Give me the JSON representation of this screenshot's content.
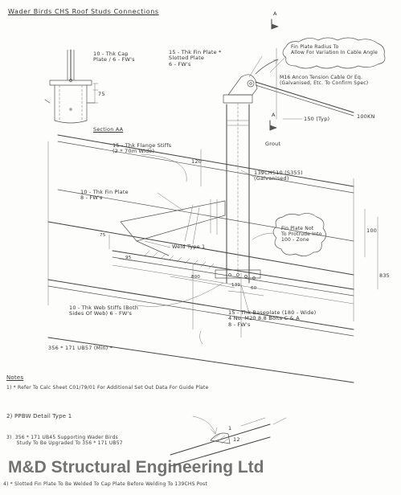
{
  "title": "Wader Birds   CHS Roof Studs Connections",
  "labels": {
    "cap_plate": "10 - Thk Cap\nPlate / 6 - FW's",
    "fin_plate_top": "15 - Thk Fin Plate *\nSlotted Plate\n6 - FW's",
    "fin_plate_note": "Fin Plate Radius To\nAllow For Variation In Cable Angle",
    "cable": "M16 Ancon Tension Cable Or Eq.\n(Galvanised, Etc. To Confirm Spec)",
    "load": "100KN",
    "section_marker": "A",
    "section_title": "Section AA",
    "flange_stiffs": "15 - Thk Flange Stiffs\n(2 * 70m Wide)",
    "chs": "139CHS10 (S355)\n(Galvanised)",
    "grout": "Grout",
    "fin_plate_mid": "10 - Thk Fin Plate\n8 - FW's",
    "weld_type": "Weld Type 1",
    "fin_plate_note2": "Fin Plate Not\nTo Protrude Into\n100 - Zone",
    "web_stiffs": "10 - Thk Web Stiffs (Both\nSides Of Web) 6 - FW's",
    "baseplate": "15 - Thk Baseplate (180 - Wide)\n4 No. M20 8.8 Bolts C & A\n8 - FW's",
    "ub": "356 * 171 UB57 (Min) *"
  },
  "dims": {
    "d75": "75",
    "d120": "120",
    "d150": "150 (Typ)",
    "d100": "100",
    "d835": "835",
    "d800": "800",
    "d95": "95",
    "d75b": "75",
    "d139": "139",
    "d60": "60"
  },
  "notes": {
    "heading": "Notes",
    "n1": "1)  *  Refer To Calc Sheet C01/79/01  For Additional Set Out Data For Guide Plate",
    "n2": "2)  PPBW  Detail Type 1",
    "n3": "3)  356 * 171 UB45 Supporting Wader Birds\n      Study To Be Upgraded To 356 * 171 UB57",
    "n4": "4) *  Slotted Fin Plate To Be Welded To Cap Plate Before Welding To 139CHS Post"
  },
  "weld_dims": {
    "w1": "12",
    "w2": "1"
  },
  "watermark": "M&D Structural Engineering Ltd"
}
